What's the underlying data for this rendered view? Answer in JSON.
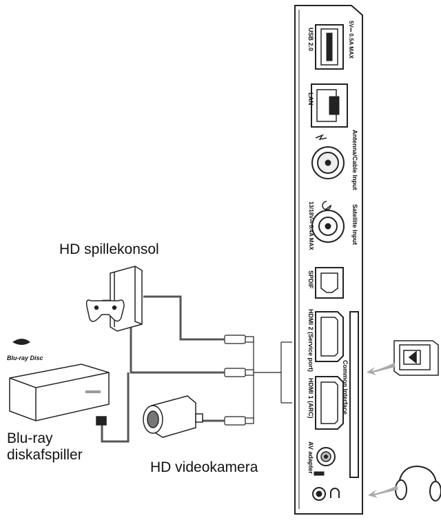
{
  "devices": {
    "console_label": "HD spillekonsol",
    "bluray_label_line1": "Blu-ray",
    "bluray_label_line2": "diskafspiller",
    "camcorder_label": "HD videokamera",
    "bluray_logo_text": "Blu-ray Disc"
  },
  "panel_ports": {
    "usb": "USB 2.0",
    "usb_rating": "5V⎓ 0.5A MAX",
    "lan": "LAN",
    "antenna": "Antenna/Cable Input",
    "satellite": "Satellite Input",
    "satellite_rating": "13/18V⎓ 0.4A MAX",
    "spdif": "SPDIF",
    "hdmi2": "HDMI 2 (Service port)",
    "hdmi1": "HDMI 1 (ARC)",
    "common_interface": "Common Interface",
    "av": "AV adapter"
  },
  "colors": {
    "line": "#222222",
    "cable": "#444444",
    "panel_fill": "#ffffff",
    "shade": "#bbbbbb"
  }
}
